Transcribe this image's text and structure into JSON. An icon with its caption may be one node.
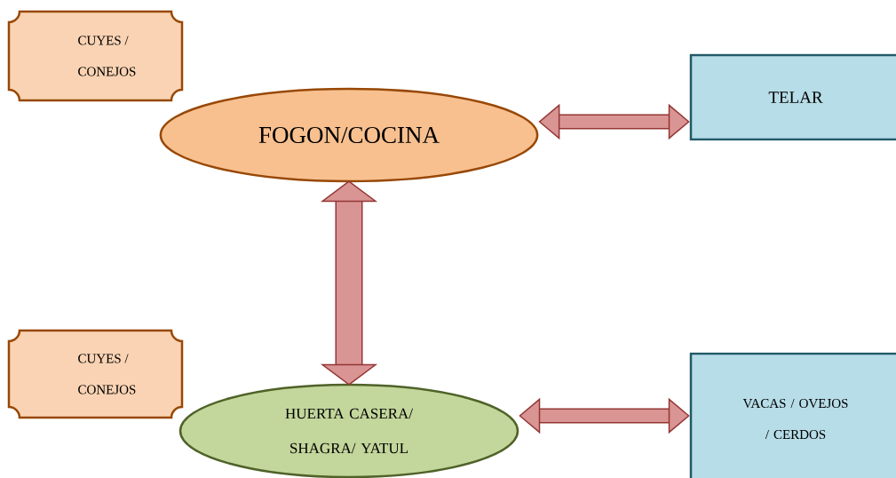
{
  "diagram": {
    "nodes": [
      {
        "text": [
          "CUYES / CONEJOS"
        ]
      },
      {
        "text": [
          "FOGON/COCINA"
        ]
      },
      {
        "text": [
          "TELAR"
        ]
      },
      {
        "text": [
          "CUYES / CONEJOS"
        ]
      },
      {
        "text": [
          "HUERTA CASERA/ SHAGRA/ YATUL"
        ]
      },
      {
        "text": [
          "VACAS / OVEJOS / CERDOS"
        ]
      }
    ],
    "edges": [
      {
        "from": 1,
        "to": 2,
        "arrow": "both"
      },
      {
        "from": 1,
        "to": 4,
        "arrow": "both",
        "style": "thick"
      },
      {
        "from": 4,
        "to": 5,
        "arrow": "both"
      }
    ]
  }
}
